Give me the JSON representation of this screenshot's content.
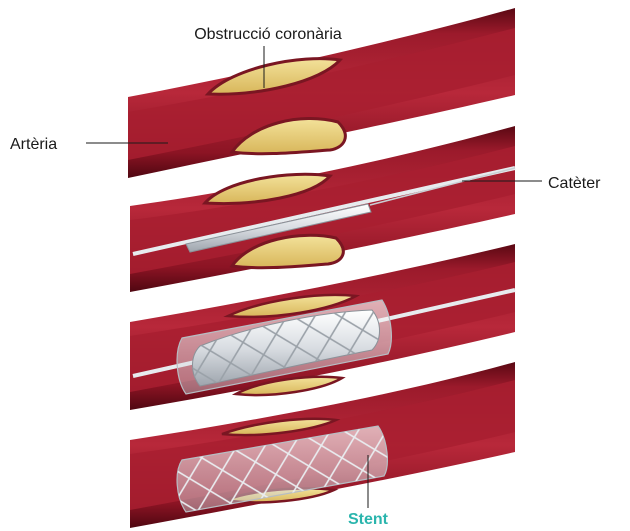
{
  "labels": {
    "obstruction": "Obstrucció coronària",
    "artery": "Artèria",
    "catheter": "Catèter",
    "stent": "Stent"
  },
  "colors": {
    "artery_wall": "#7a0f1e",
    "artery_wall_light": "#a51d2d",
    "artery_lumen": "#b4202f",
    "artery_lumen_dark": "#6e0b18",
    "plaque": "#e6d07c",
    "plaque_edge": "#c9a44c",
    "stent_accent": "#2ab5ad",
    "label_line": "#1a1a1a"
  },
  "icons": {
    "stent_mesh": "diamond-lattice-icon",
    "balloon": "inflated-balloon-icon"
  }
}
